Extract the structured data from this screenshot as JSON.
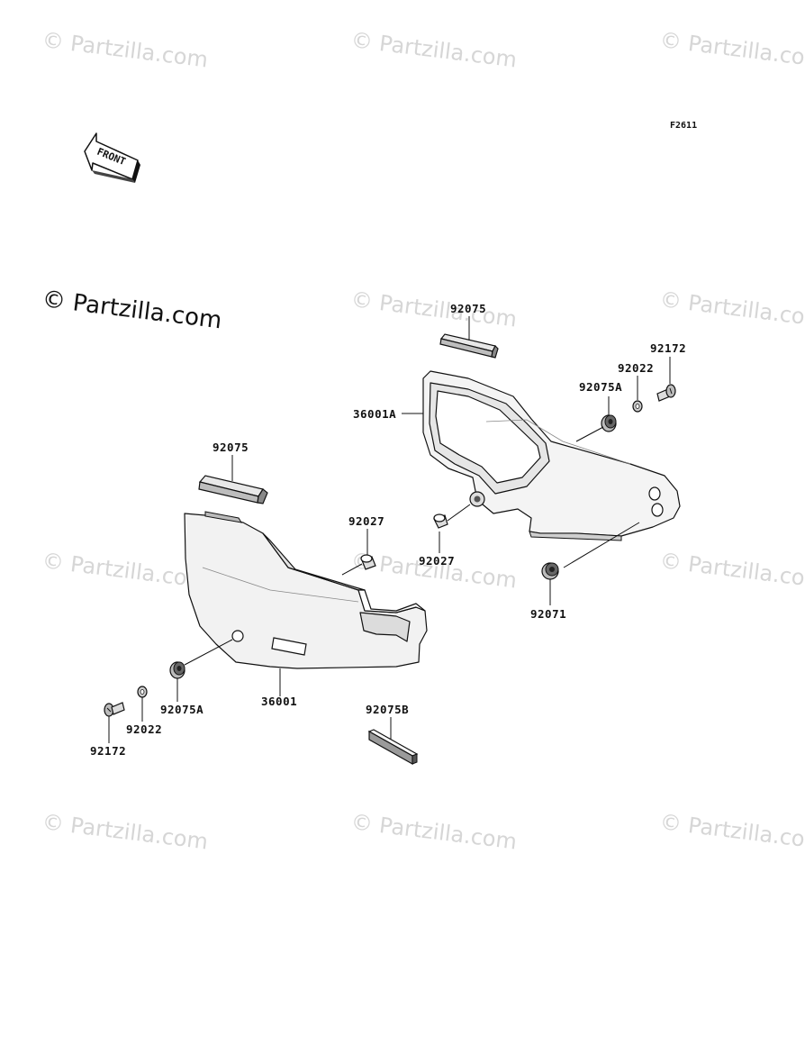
{
  "diagram": {
    "figure_code": "F2611",
    "front_arrow_label": "FRONT",
    "main_watermark": "© Partzilla.com",
    "watermark_text": "© Partzilla.com"
  },
  "part_labels": [
    {
      "id": "p1",
      "text": "92075"
    },
    {
      "id": "p2",
      "text": "92172"
    },
    {
      "id": "p3",
      "text": "92022"
    },
    {
      "id": "p4",
      "text": "92075A"
    },
    {
      "id": "p5",
      "text": "36001A"
    },
    {
      "id": "p6",
      "text": "92027"
    },
    {
      "id": "p7",
      "text": "92071"
    },
    {
      "id": "p8",
      "text": "92075"
    },
    {
      "id": "p9",
      "text": "92027"
    },
    {
      "id": "p10",
      "text": "92075A"
    },
    {
      "id": "p11",
      "text": "36001"
    },
    {
      "id": "p12",
      "text": "92022"
    },
    {
      "id": "p13",
      "text": "92172"
    },
    {
      "id": "p14",
      "text": "92075B"
    }
  ]
}
